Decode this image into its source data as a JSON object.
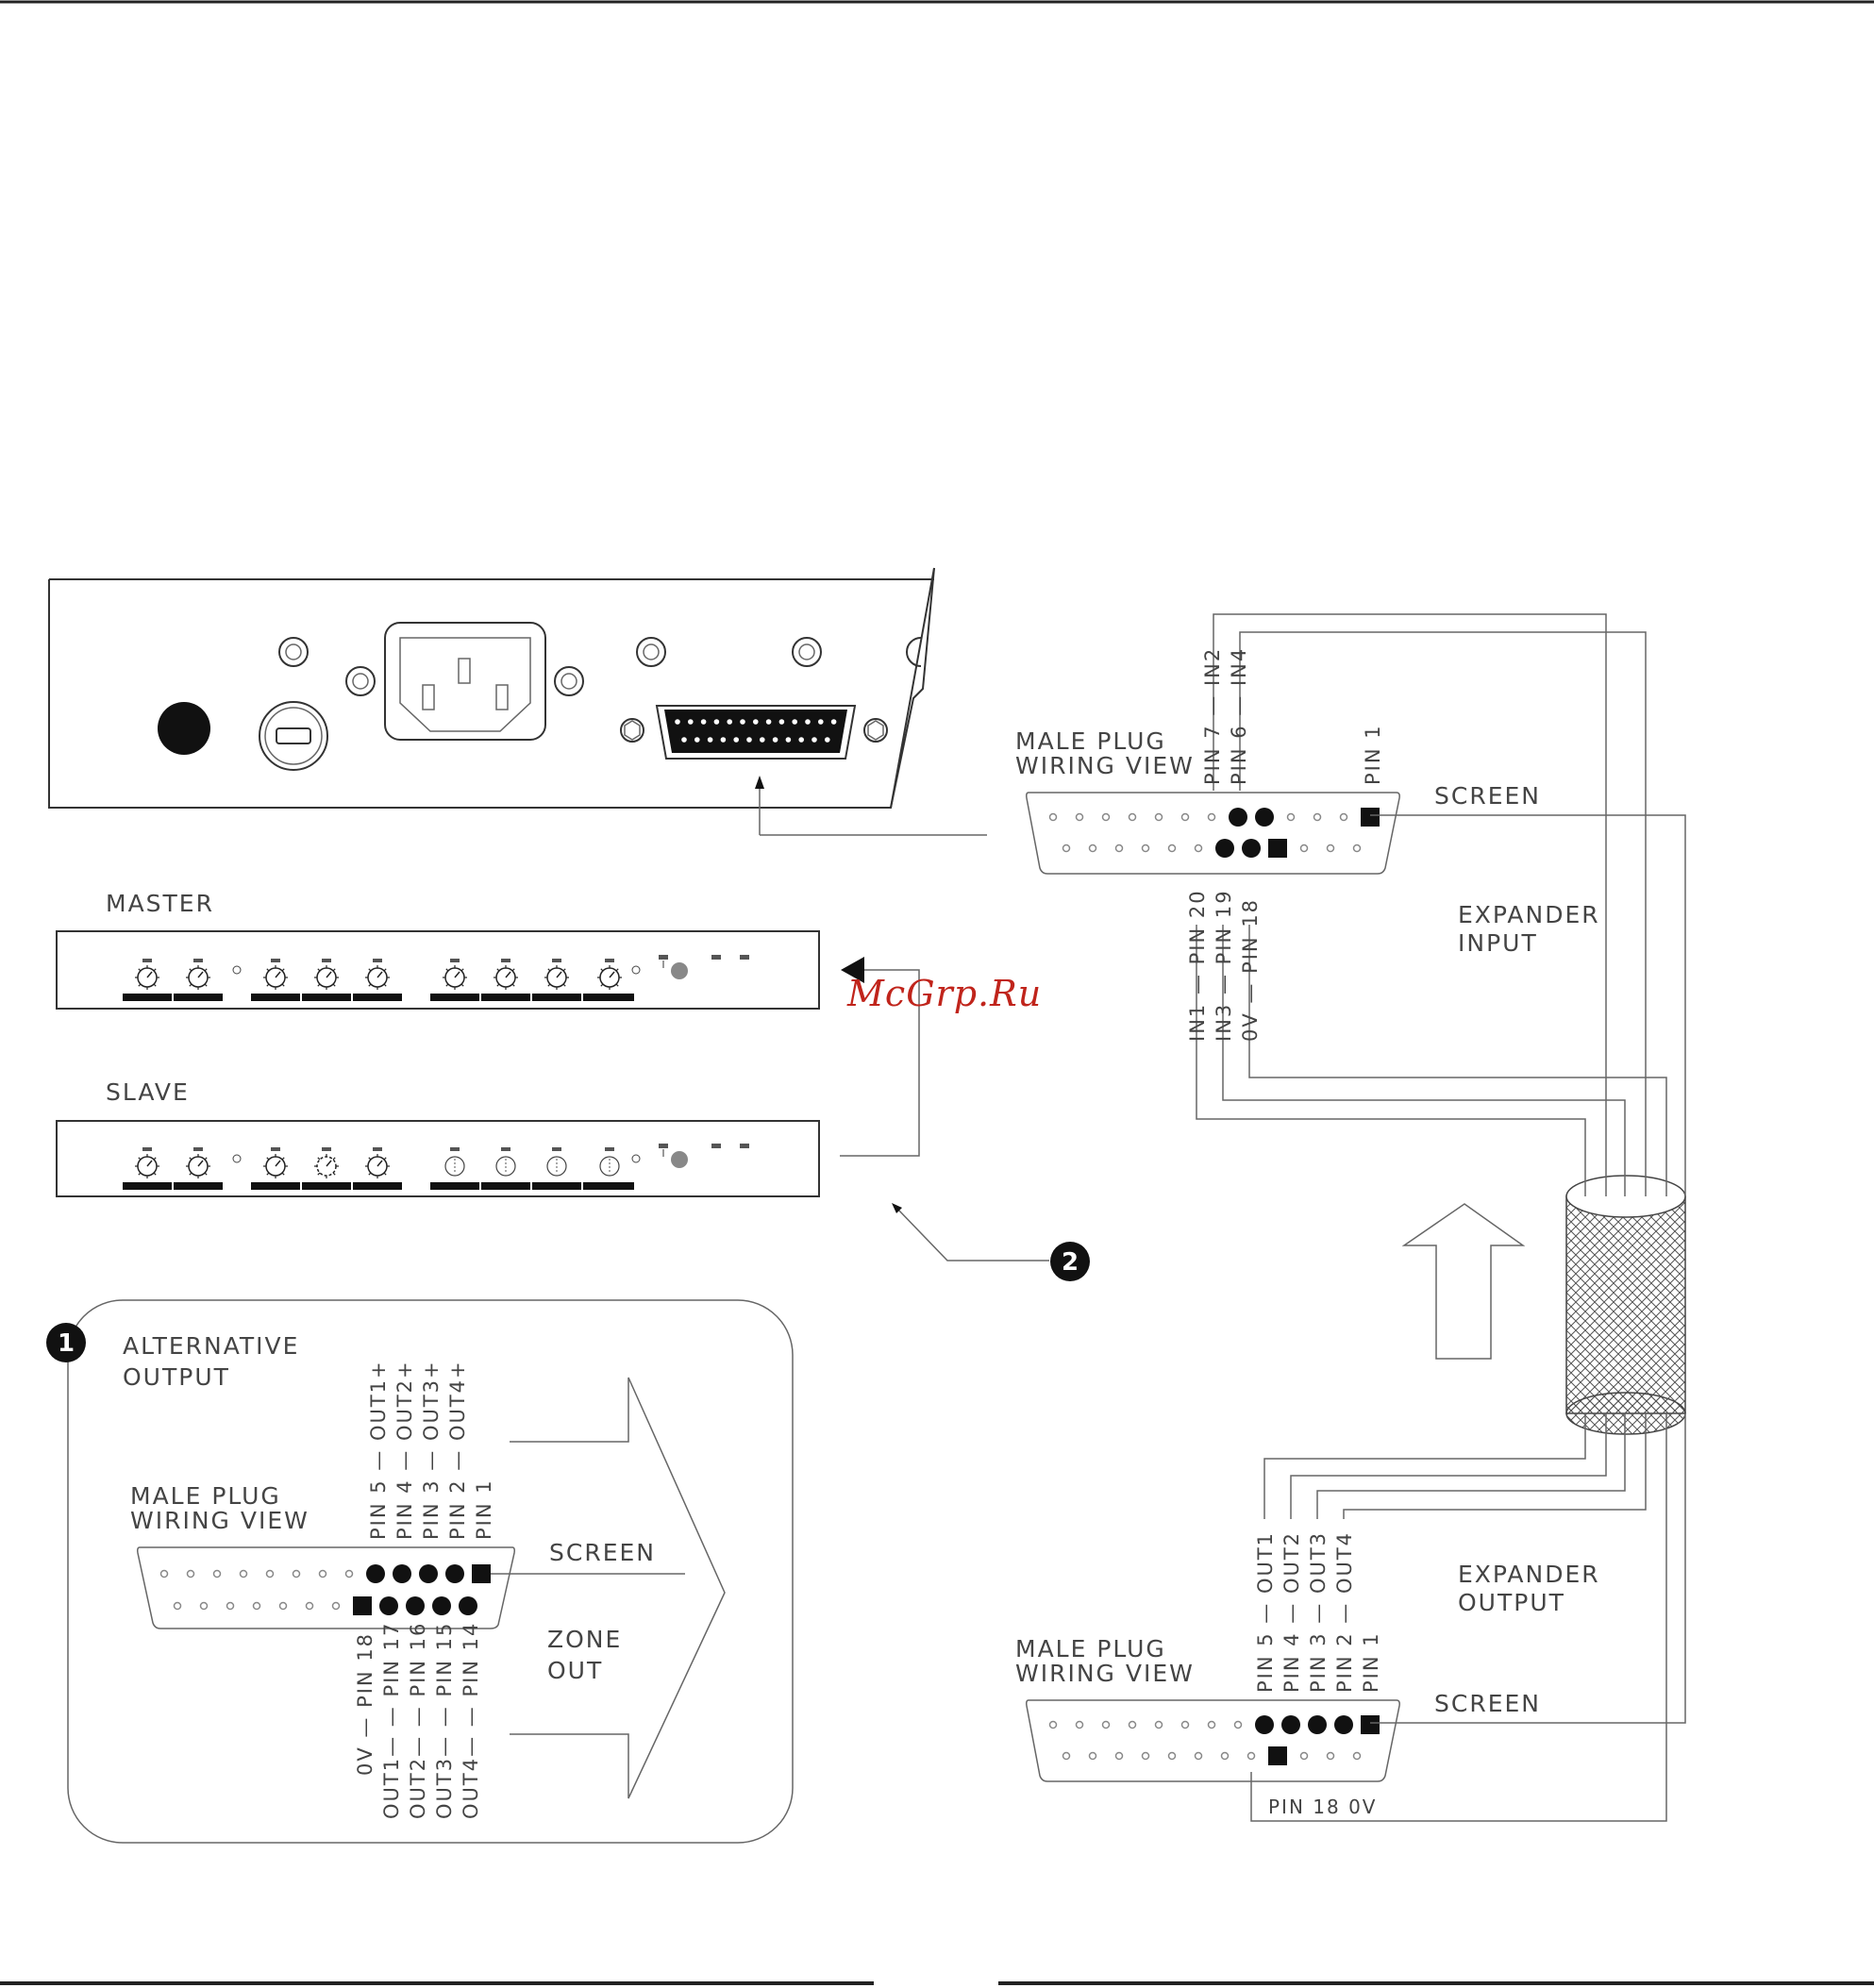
{
  "watermark": "McGrp.Ru",
  "panels": {
    "master_label": "MASTER",
    "slave_label": "SLAVE"
  },
  "callouts": {
    "one": "1",
    "two": "2"
  },
  "expander_input": {
    "title_line1": "EXPANDER",
    "title_line2": "INPUT",
    "plug_line1": "MALE  PLUG",
    "plug_line2": "WIRING  VIEW",
    "screen": "SCREEN",
    "top_pins": [
      "PIN  7 — IN2",
      "PIN  6 — IN4",
      "PIN  1"
    ],
    "bottom_pins": [
      "IN1 — PIN  20",
      "IN3 — PIN  19",
      "0V — PIN  18"
    ]
  },
  "expander_output": {
    "title_line1": "EXPANDER",
    "title_line2": "OUTPUT",
    "plug_line1": "MALE  PLUG",
    "plug_line2": "WIRING  VIEW",
    "screen": "SCREEN",
    "top_pins": [
      "PIN  5 — OUT1",
      "PIN  4 — OUT2",
      "PIN  3 — OUT3",
      "PIN  2 — OUT4",
      "PIN  1"
    ],
    "bottom_note": "PIN  18     0V"
  },
  "alternative_output": {
    "title_line1": "ALTERNATIVE",
    "title_line2": "OUTPUT",
    "plug_line1": "MALE  PLUG",
    "plug_line2": "WIRING  VIEW",
    "screen": "SCREEN",
    "zone_line1": "ZONE",
    "zone_line2": "OUT",
    "top_pins": [
      "PIN  5 — OUT1+",
      "PIN  4 — OUT2+",
      "PIN  3 — OUT3+",
      "PIN  2 — OUT4+",
      "PIN  1"
    ],
    "bottom_pins": [
      "0V — PIN  18",
      "OUT1— — PIN  17",
      "OUT2— — PIN  16",
      "OUT3— — PIN  15",
      "OUT4— — PIN  14"
    ]
  }
}
